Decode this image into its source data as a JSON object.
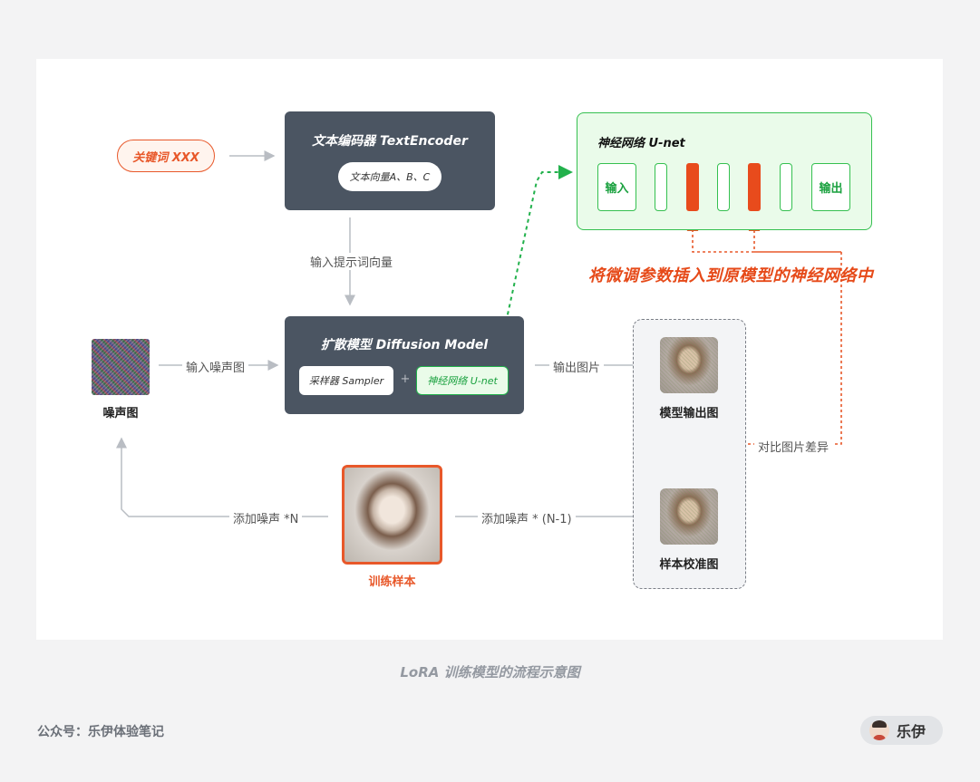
{
  "colors": {
    "accent_orange": "#e8582a",
    "accent_green": "#22b14c",
    "dark_box": "#4b5562",
    "page_bg": "#f3f3f4",
    "panel_bg": "#ffffff"
  },
  "keyword": {
    "label": "关键词 XXX"
  },
  "text_encoder": {
    "title": "文本编码器 TextEncoder",
    "output": "文本向量A、B、C"
  },
  "edge_labels": {
    "prompt_vector": "输入提示词向量",
    "input_noise": "输入噪声图",
    "output_image": "输出图片",
    "add_noise_n": "添加噪声 *N",
    "add_noise_n1": "添加噪声 * (N-1)",
    "compare": "对比图片差异"
  },
  "diffusion_model": {
    "title": "扩散模型 Diffusion Model",
    "sampler": "采样器 Sampler",
    "plus": "+",
    "unet": "神经网络 U-net"
  },
  "unet_panel": {
    "title": "神经网络 U-net",
    "input_label": "输入",
    "output_label": "输出"
  },
  "insert_label": "将微调参数插入到原模型的神经网络中",
  "noise_image": {
    "label": "噪声图",
    "icon": "noise-texture"
  },
  "model_output": {
    "label": "模型输出图"
  },
  "calibration": {
    "label": "样本校准图"
  },
  "training_sample": {
    "label": "训练样本"
  },
  "caption": "LoRA 训练模型的流程示意图",
  "footer": {
    "account": "公众号：乐伊体验笔记",
    "author": "乐伊"
  }
}
